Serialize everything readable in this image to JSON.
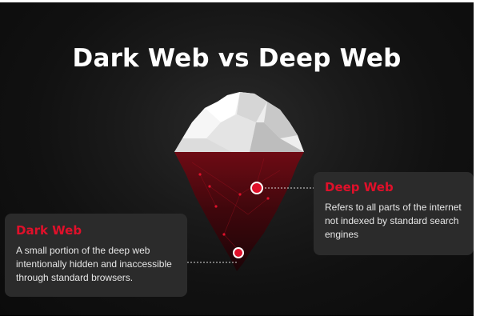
{
  "title": "Dark Web vs Deep Web",
  "colors": {
    "accent": "#e0102a",
    "background": "#111111",
    "card": "#2b2b2b"
  },
  "deep_web": {
    "label": "Deep Web",
    "description": "Refers to all parts of the internet not indexed by standard search engines"
  },
  "dark_web": {
    "label": "Dark Web",
    "description": "A small portion of the deep web intentionally hidden and inaccessible through standard browsers."
  }
}
